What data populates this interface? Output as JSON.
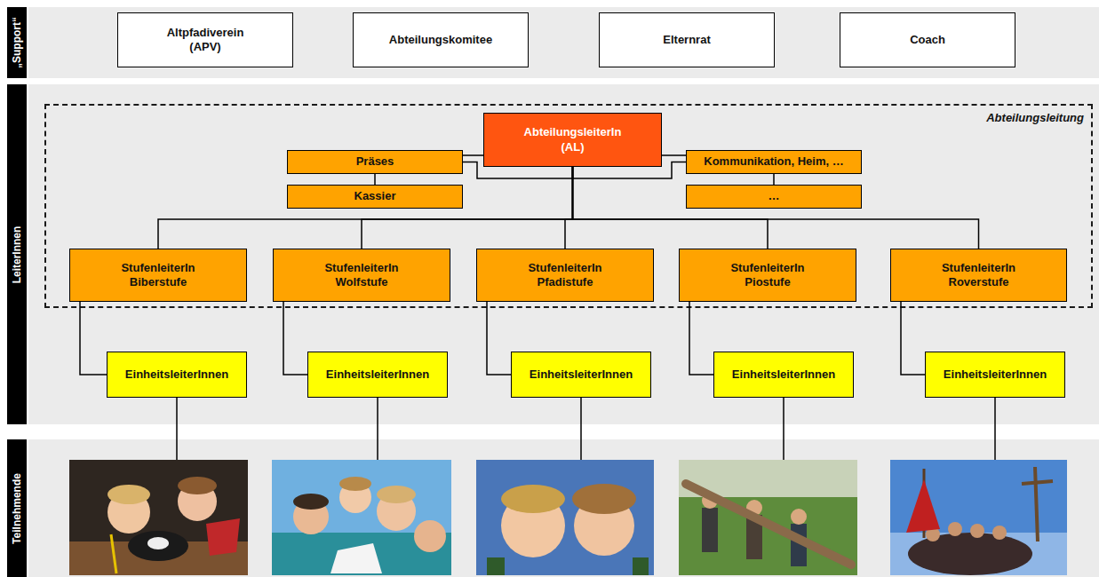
{
  "diagram": {
    "nodes": [
      {
        "text": [
          "„Support“"
        ]
      },
      {
        "text": [
          "Altpfadiverein (APV)"
        ],
        "in": 0
      },
      {
        "text": [
          "Abteilungskomitee"
        ],
        "in": 0
      },
      {
        "text": [
          "Elternrat"
        ],
        "in": 0
      },
      {
        "text": [
          "Coach"
        ],
        "in": 0
      },
      {
        "text": [
          "LeiterInnen"
        ]
      },
      {
        "text": [
          "Abteilungsleitung"
        ],
        "in": 5
      },
      {
        "text": [
          "AbteilungsleiterIn (AL)"
        ],
        "in": 6
      },
      {
        "text": [
          "Präses"
        ],
        "in": 6
      },
      {
        "text": [
          "Kassier"
        ],
        "in": 6
      },
      {
        "text": [
          "Kommunikation, Heim, …"
        ],
        "in": 6
      },
      {
        "text": [
          "…"
        ],
        "in": 6
      },
      {
        "text": [
          "StufenleiterIn Biberstufe"
        ],
        "in": 6
      },
      {
        "text": [
          "StufenleiterIn Wolfstufe"
        ],
        "in": 6
      },
      {
        "text": [
          "StufenleiterIn Pfadistufe"
        ],
        "in": 6
      },
      {
        "text": [
          "StufenleiterIn Piostufe"
        ],
        "in": 6
      },
      {
        "text": [
          "StufenleiterIn Roverstufe"
        ],
        "in": 6
      },
      {
        "text": [
          "EinheitsleiterInnen"
        ],
        "in": 5
      },
      {
        "text": [
          "EinheitsleiterInnen"
        ],
        "in": 5
      },
      {
        "text": [
          "EinheitsleiterInnen"
        ],
        "in": 5
      },
      {
        "text": [
          "EinheitsleiterInnen"
        ],
        "in": 5
      },
      {
        "text": [
          "EinheitsleiterInnen"
        ],
        "in": 5
      },
      {
        "text": [
          "Teilnehmende"
        ]
      }
    ],
    "edges": [
      {
        "from": 7,
        "to": 8,
        "arrow": "none"
      },
      {
        "from": 7,
        "to": 9,
        "arrow": "none"
      },
      {
        "from": 7,
        "to": 10,
        "arrow": "none"
      },
      {
        "from": 7,
        "to": 11,
        "arrow": "none"
      },
      {
        "from": 7,
        "to": 12,
        "arrow": "none"
      },
      {
        "from": 7,
        "to": 13,
        "arrow": "none"
      },
      {
        "from": 7,
        "to": 14,
        "arrow": "none"
      },
      {
        "from": 7,
        "to": 15,
        "arrow": "none"
      },
      {
        "from": 7,
        "to": 16,
        "arrow": "none"
      },
      {
        "from": 12,
        "to": 17,
        "arrow": "none"
      },
      {
        "from": 13,
        "to": 18,
        "arrow": "none"
      },
      {
        "from": 14,
        "to": 19,
        "arrow": "none"
      },
      {
        "from": 15,
        "to": 20,
        "arrow": "none"
      },
      {
        "from": 16,
        "to": 21,
        "arrow": "none"
      }
    ]
  }
}
